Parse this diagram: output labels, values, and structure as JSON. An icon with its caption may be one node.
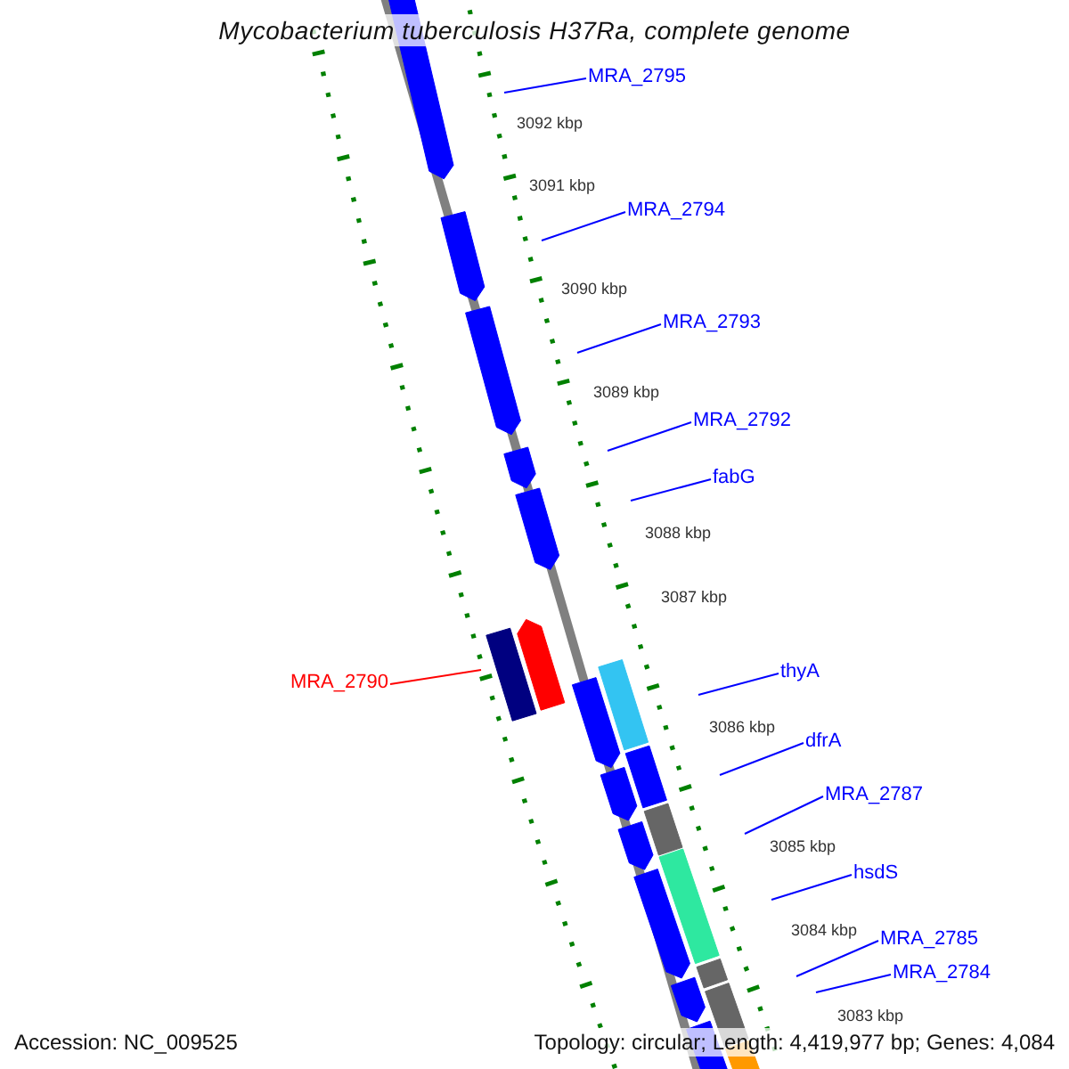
{
  "diagram": {
    "title": "Mycobacterium tuberculosis H37Ra, complete genome",
    "nodes": [
      {
        "text": [
          "MRA_2795"
        ]
      },
      {
        "text": [
          "MRA_2794"
        ]
      },
      {
        "text": [
          "MRA_2793"
        ]
      },
      {
        "text": [
          "MRA_2792"
        ]
      },
      {
        "text": [
          "fabG"
        ]
      },
      {
        "text": [
          "thyA"
        ]
      },
      {
        "text": [
          "MRA_2790"
        ]
      },
      {
        "text": [
          "dfrA"
        ]
      },
      {
        "text": [
          "MRA_2787"
        ]
      },
      {
        "text": [
          "hsdS"
        ]
      },
      {
        "text": [
          "MRA_2785"
        ]
      },
      {
        "text": [
          "MRA_2784"
        ]
      }
    ],
    "edges": [
      {
        "from": 0,
        "to": null,
        "arrow": "none"
      },
      {
        "from": 1,
        "to": null,
        "arrow": "none"
      },
      {
        "from": 2,
        "to": null,
        "arrow": "none"
      },
      {
        "from": 3,
        "to": null,
        "arrow": "none"
      },
      {
        "from": 4,
        "to": null,
        "arrow": "none"
      },
      {
        "from": 5,
        "to": null,
        "arrow": "none"
      },
      {
        "from": 6,
        "to": null,
        "arrow": "none",
        "color": "#ff0000"
      },
      {
        "from": 7,
        "to": null,
        "arrow": "none"
      },
      {
        "from": 8,
        "to": null,
        "arrow": "none"
      },
      {
        "from": 9,
        "to": null,
        "arrow": "none"
      },
      {
        "from": 10,
        "to": null,
        "arrow": "none"
      },
      {
        "from": 11,
        "to": null,
        "arrow": "none"
      }
    ],
    "labels": [
      "3092 kbp",
      "3091 kbp",
      "3090 kbp",
      "3089 kbp",
      "3088 kbp",
      "3087 kbp",
      "3086 kbp",
      "3085 kbp",
      "3084 kbp",
      "3083 kbp",
      "Accession: NC_009525",
      "Topology: circular; Length: 4,419,977 bp; Genes: 4,084"
    ]
  }
}
